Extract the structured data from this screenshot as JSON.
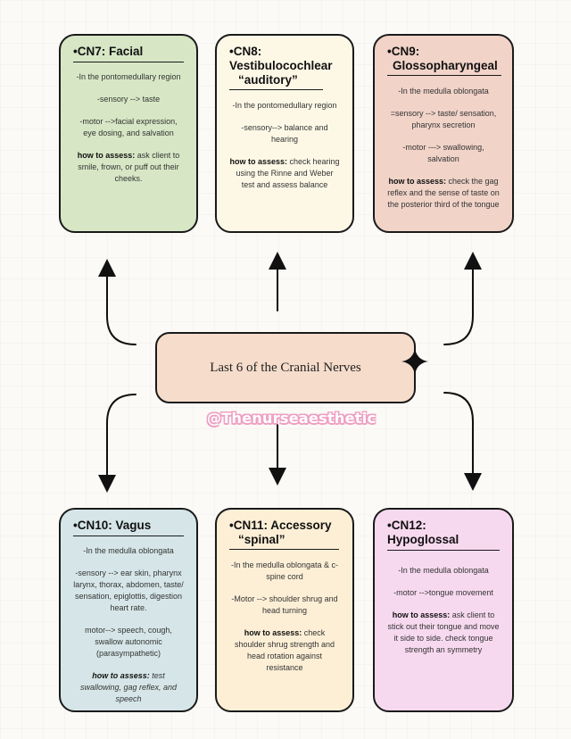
{
  "center": {
    "label": "Last 6 of the Cranial Nerves"
  },
  "watermark": "@Thenurseaesthetic",
  "colors": {
    "cn7": "#d7e7c5",
    "cn8": "#fdf8e6",
    "cn9": "#f1d3c8",
    "cn10": "#d6e6e8",
    "cn11": "#fdefd6",
    "cn12": "#f7d9ef",
    "center": "#f6dccb"
  },
  "cn7": {
    "title": "•CN7: Facial",
    "p1": "-In the pontomedullary region",
    "p2": "-sensory --> taste",
    "p3": "-motor -->facial expression, eye dosing, and salvation",
    "assess_label": "how to assess:",
    "assess_text": "ask client to smile, frown, or puff out their cheeks."
  },
  "cn8": {
    "title_l1": "•CN8:",
    "title_l2": "Vestibulocochlear",
    "title_l3": "“auditory”",
    "p1": "-In the pontomedullary region",
    "p2": "-sensory--> balance and hearing",
    "assess_label": "how to assess:",
    "assess_text": "check hearing using the Rinne and Weber test and assess balance"
  },
  "cn9": {
    "title_l1": "•CN9:",
    "title_l2": "Glossopharyngeal",
    "p1": "-In the medulla oblongata",
    "p2": "=sensory --> taste/ sensation, pharynx secretion",
    "p3": "-motor ---> swallowing, salvation",
    "assess_label": "how to assess:",
    "assess_text": "check the gag reflex and the sense of taste on the posterior third of the tongue"
  },
  "cn10": {
    "title": "•CN10: Vagus",
    "p1": "-In the medulla oblongata",
    "p2": "-sensory --> ear skin, pharynx larynx, thorax, abdomen, taste/ sensation, epiglottis, digestion heart rate.",
    "p3": "motor--> speech, cough, swallow autonomic (parasympathetic)",
    "assess_label": "how to assess:",
    "assess_text": "test swallowing, gag reflex, and speech"
  },
  "cn11": {
    "title_l1": "•CN11: Accessory",
    "title_l2": "“spinal”",
    "p1": "-In the medulla oblongata & c-spine cord",
    "p2": "-Motor --> shoulder shrug and head turning",
    "assess_label": "how to assess:",
    "assess_text": "check shoulder shrug strength and head rotation against resistance"
  },
  "cn12": {
    "title": "•CN12: Hypoglossal",
    "p1": "-In the medulla oblongata",
    "p2": "-motor -->tongue movement",
    "assess_label": "how to assess:",
    "assess_text": "ask client to stick out their tongue and move it side to side. check tongue strength an symmetry"
  }
}
